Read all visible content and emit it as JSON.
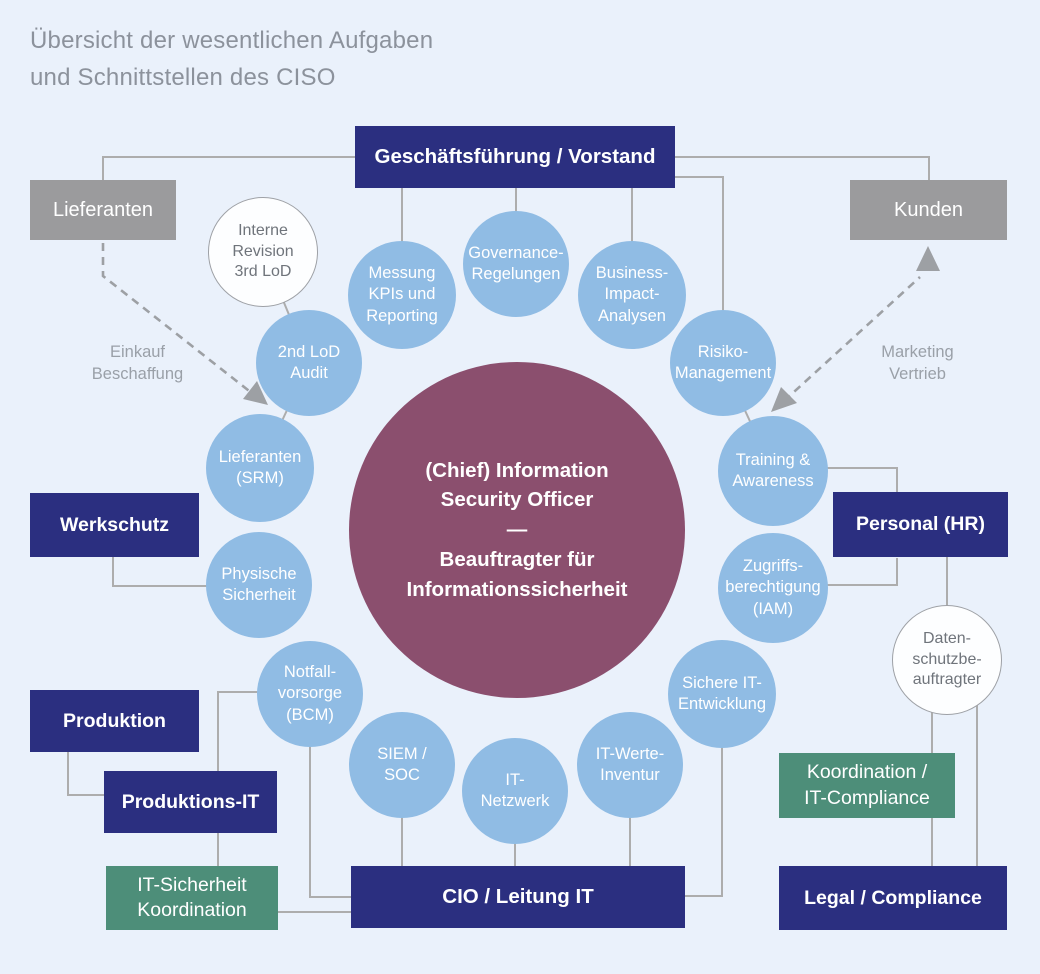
{
  "title": "Übersicht der wesentlichen Aufgaben\nund Schnittstellen des CISO",
  "center_circle": {
    "label": "(Chief) Information\nSecurity Officer\n—\nBeauftragter für\nInformationssicherheit"
  },
  "boxes": {
    "geschaeftsfuehrung": {
      "label": "Geschäftsführung / Vorstand"
    },
    "lieferanten": {
      "label": "Lieferanten"
    },
    "kunden": {
      "label": "Kunden"
    },
    "werkschutz": {
      "label": "Werkschutz"
    },
    "personal": {
      "label": "Personal (HR)"
    },
    "produktion": {
      "label": "Produktion"
    },
    "produktions_it": {
      "label": "Produktions-IT"
    },
    "it_sicherheit": {
      "label": "IT-Sicherheit\nKoordination"
    },
    "cio": {
      "label": "CIO / Leitung IT"
    },
    "koordination": {
      "label": "Koordination /\nIT-Compliance"
    },
    "legal": {
      "label": "Legal / Compliance"
    }
  },
  "circles": {
    "messung": {
      "label": "Messung\nKPIs und\nReporting"
    },
    "governance": {
      "label": "Governance-\nRegelungen"
    },
    "business": {
      "label": "Business-\nImpact-\nAnalysen"
    },
    "risiko": {
      "label": "Risiko-\nManagement"
    },
    "training": {
      "label": "Training &\nAwareness"
    },
    "zugriffs": {
      "label": "Zugriffs-\nberechtigung\n(IAM)"
    },
    "sichere": {
      "label": "Sichere IT-\nEntwicklung"
    },
    "itwerte": {
      "label": "IT-Werte-\nInventur"
    },
    "itnetzwerk": {
      "label": "IT-\nNetzwerk"
    },
    "siem": {
      "label": "SIEM /\nSOC"
    },
    "notfall": {
      "label": "Notfall-\nvorsorge\n(BCM)"
    },
    "physische": {
      "label": "Physische\nSicherheit"
    },
    "srm": {
      "label": "Lieferanten\n(SRM)"
    },
    "lod2": {
      "label": "2nd LoD\nAudit"
    },
    "interne": {
      "label": "Interne\nRevision\n3rd LoD"
    },
    "datenschutz": {
      "label": "Daten-\nschutzbe-\nauftragter"
    }
  },
  "flow_labels": {
    "einkauf": "Einkauf\nBeschaffung",
    "marketing": "Marketing\nVertrieb"
  },
  "colors": {
    "background": "#eaf1fb",
    "navy_box": "#2b2f80",
    "gray_box": "#9b9b9d",
    "green_box": "#4d8e79",
    "blue_circle": "#90bce4",
    "center_circle": "#8b4f6e",
    "connector_line": "#adadad",
    "dashed_arrow": "#9da0a4",
    "title_text": "#8c929c"
  }
}
